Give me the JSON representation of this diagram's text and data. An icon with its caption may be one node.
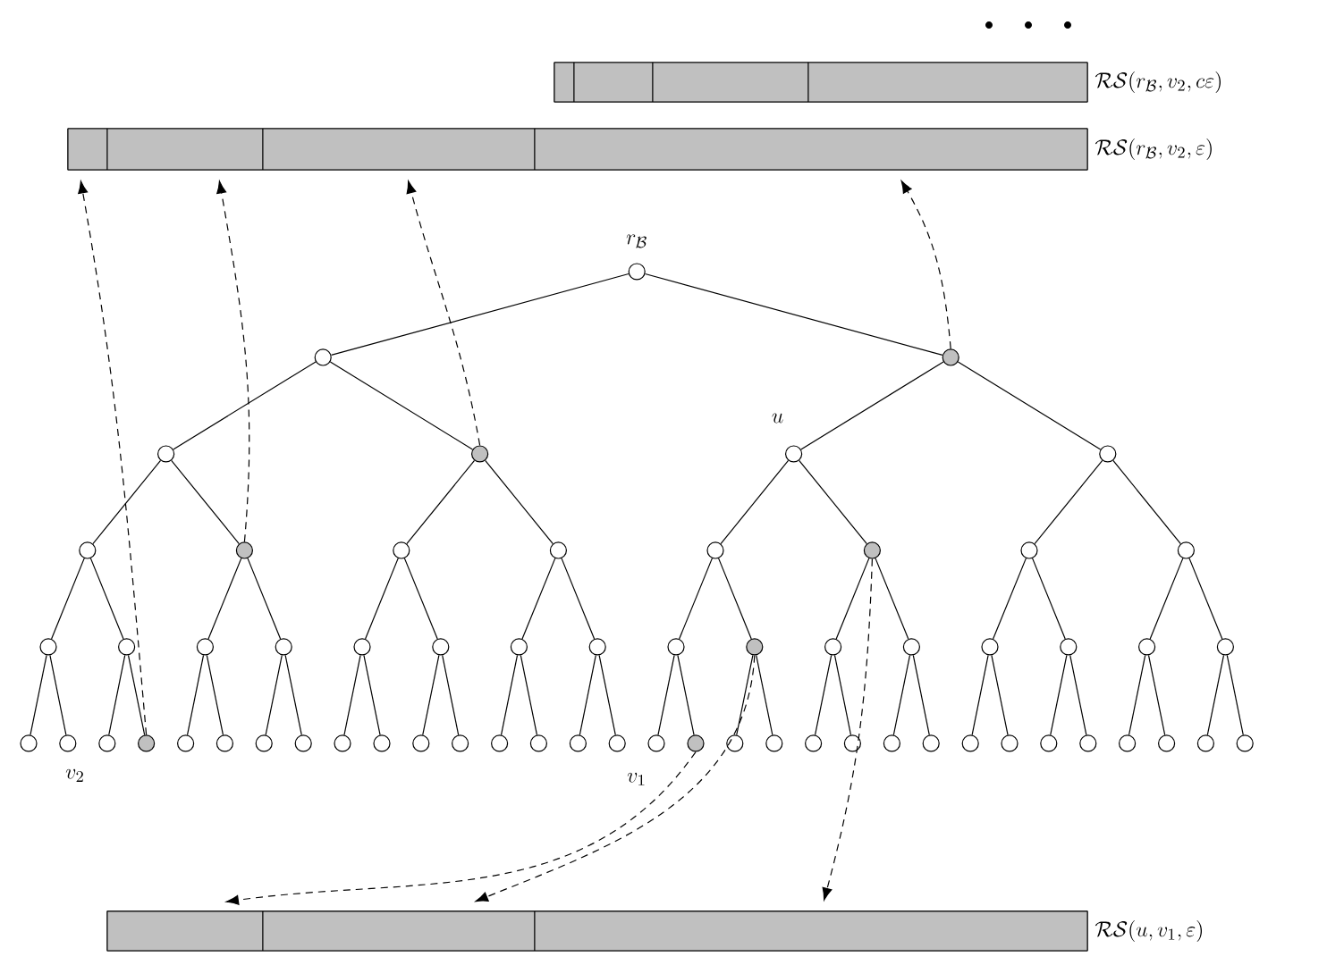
{
  "diagram": {
    "nodes": [
      {
        "text": [
          "\\mathcal{RS}(r_{\\mathcal{B}}, v_2, c\\varepsilon)"
        ]
      },
      {
        "text": [],
        "shape": "box",
        "in": 0
      },
      {
        "text": [],
        "shape": "box",
        "in": 0
      },
      {
        "text": [],
        "shape": "box",
        "in": 0
      },
      {
        "text": [],
        "shape": "box",
        "in": 0
      },
      {
        "text": [
          "\\mathcal{RS}(r_{\\mathcal{B}}, v_2, \\varepsilon)"
        ]
      },
      {
        "text": [],
        "shape": "box",
        "in": 5
      },
      {
        "text": [],
        "shape": "box",
        "in": 5
      },
      {
        "text": [],
        "shape": "box",
        "in": 5
      },
      {
        "text": [],
        "shape": "box",
        "in": 5
      },
      {
        "text": [],
        "shape": "circle",
        "beside": [
          "r_{\\mathcal{B}}"
        ]
      },
      {
        "text": [],
        "shape": "circle"
      },
      {
        "text": [],
        "shape": "circle"
      },
      {
        "text": [],
        "shape": "circle"
      },
      {
        "text": [],
        "shape": "circle"
      },
      {
        "text": [],
        "shape": "circle",
        "beside": [
          "u"
        ]
      },
      {
        "text": [],
        "shape": "circle"
      },
      {
        "text": [],
        "shape": "circle"
      },
      {
        "text": [],
        "shape": "circle"
      },
      {
        "text": [],
        "shape": "circle"
      },
      {
        "text": [],
        "shape": "circle"
      },
      {
        "text": [],
        "shape": "circle"
      },
      {
        "text": [],
        "shape": "circle"
      },
      {
        "text": [],
        "shape": "circle"
      },
      {
        "text": [],
        "shape": "circle"
      },
      {
        "text": [],
        "shape": "circle"
      },
      {
        "text": [],
        "shape": "circle"
      },
      {
        "text": [],
        "shape": "circle"
      },
      {
        "text": [],
        "shape": "circle"
      },
      {
        "text": [],
        "shape": "circle"
      },
      {
        "text": [],
        "shape": "circle"
      },
      {
        "text": [],
        "shape": "circle"
      },
      {
        "text": [],
        "shape": "circle"
      },
      {
        "text": [],
        "shape": "circle"
      },
      {
        "text": [],
        "shape": "circle"
      },
      {
        "text": [],
        "shape": "circle"
      },
      {
        "text": [],
        "shape": "circle"
      },
      {
        "text": [],
        "shape": "circle"
      },
      {
        "text": [],
        "shape": "circle"
      },
      {
        "text": [],
        "shape": "circle"
      },
      {
        "text": [],
        "shape": "circle"
      },
      {
        "text": [],
        "shape": "circle"
      },
      {
        "text": [],
        "shape": "circle"
      },
      {
        "text": [],
        "shape": "circle"
      },
      {
        "text": [],
        "shape": "circle"
      },
      {
        "text": [],
        "shape": "circle"
      },
      {
        "text": [],
        "shape": "circle"
      },
      {
        "text": [],
        "shape": "circle"
      },
      {
        "text": [],
        "shape": "circle"
      },
      {
        "text": [],
        "shape": "circle"
      },
      {
        "text": [],
        "shape": "circle"
      },
      {
        "text": [],
        "shape": "circle"
      },
      {
        "text": [],
        "shape": "circle"
      },
      {
        "text": [],
        "shape": "circle"
      },
      {
        "text": [],
        "shape": "circle"
      },
      {
        "text": [],
        "shape": "circle"
      },
      {
        "text": [],
        "shape": "circle"
      },
      {
        "text": [],
        "shape": "circle"
      },
      {
        "text": [],
        "shape": "circle"
      },
      {
        "text": [],
        "shape": "circle"
      },
      {
        "text": [],
        "shape": "circle"
      },
      {
        "text": [],
        "shape": "circle"
      },
      {
        "text": [],
        "shape": "circle"
      },
      {
        "text": [],
        "shape": "circle"
      },
      {
        "text": [],
        "shape": "circle"
      },
      {
        "text": [],
        "shape": "circle"
      },
      {
        "text": [],
        "shape": "circle"
      },
      {
        "text": [],
        "shape": "circle"
      },
      {
        "text": [],
        "shape": "circle"
      },
      {
        "text": [],
        "shape": "circle"
      },
      {
        "text": [],
        "shape": "circle"
      },
      {
        "text": [],
        "shape": "circle"
      },
      {
        "text": [],
        "shape": "circle"
      },
      {
        "text": [
          "\\mathcal{RS}(u, v_1, \\varepsilon)"
        ]
      },
      {
        "text": [],
        "shape": "box",
        "in": 73
      },
      {
        "text": [],
        "shape": "box",
        "in": 73
      },
      {
        "text": [],
        "shape": "box",
        "in": 73
      }
    ],
    "edges": [
      {
        "from": 10,
        "to": 11,
        "arrow": "none"
      },
      {
        "from": 10,
        "to": 12,
        "arrow": "none"
      },
      {
        "from": 11,
        "to": 13,
        "arrow": "none"
      },
      {
        "from": 11,
        "to": 14,
        "arrow": "none"
      },
      {
        "from": 12,
        "to": 15,
        "arrow": "none"
      },
      {
        "from": 12,
        "to": 16,
        "arrow": "none"
      },
      {
        "from": 13,
        "to": 17,
        "arrow": "none"
      },
      {
        "from": 13,
        "to": 18,
        "arrow": "none"
      },
      {
        "from": 14,
        "to": 19,
        "arrow": "none"
      },
      {
        "from": 14,
        "to": 20,
        "arrow": "none"
      },
      {
        "from": 15,
        "to": 21,
        "arrow": "none"
      },
      {
        "from": 15,
        "to": 22,
        "arrow": "none"
      },
      {
        "from": 16,
        "to": 23,
        "arrow": "none"
      },
      {
        "from": 16,
        "to": 24,
        "arrow": "none"
      },
      {
        "from": 17,
        "to": 25,
        "arrow": "none"
      },
      {
        "from": 17,
        "to": 26,
        "arrow": "none"
      },
      {
        "from": 18,
        "to": 27,
        "arrow": "none"
      },
      {
        "from": 18,
        "to": 28,
        "arrow": "none"
      },
      {
        "from": 19,
        "to": 29,
        "arrow": "none"
      },
      {
        "from": 19,
        "to": 30,
        "arrow": "none"
      },
      {
        "from": 20,
        "to": 31,
        "arrow": "none"
      },
      {
        "from": 20,
        "to": 32,
        "arrow": "none"
      },
      {
        "from": 21,
        "to": 33,
        "arrow": "none"
      },
      {
        "from": 21,
        "to": 34,
        "arrow": "none"
      },
      {
        "from": 22,
        "to": 35,
        "arrow": "none"
      },
      {
        "from": 22,
        "to": 36,
        "arrow": "none"
      },
      {
        "from": 23,
        "to": 37,
        "arrow": "none"
      },
      {
        "from": 23,
        "to": 38,
        "arrow": "none"
      },
      {
        "from": 24,
        "to": 39,
        "arrow": "none"
      },
      {
        "from": 24,
        "to": 40,
        "arrow": "none"
      },
      {
        "from": 25,
        "to": 41,
        "arrow": "none"
      },
      {
        "from": 25,
        "to": 42,
        "arrow": "none"
      },
      {
        "from": 26,
        "to": 43,
        "arrow": "none"
      },
      {
        "from": 26,
        "to": 44,
        "arrow": "none"
      },
      {
        "from": 27,
        "to": 45,
        "arrow": "none"
      },
      {
        "from": 27,
        "to": 46,
        "arrow": "none"
      },
      {
        "from": 28,
        "to": 47,
        "arrow": "none"
      },
      {
        "from": 28,
        "to": 48,
        "arrow": "none"
      },
      {
        "from": 29,
        "to": 49,
        "arrow": "none"
      },
      {
        "from": 29,
        "to": 50,
        "arrow": "none"
      },
      {
        "from": 30,
        "to": 51,
        "arrow": "none"
      },
      {
        "from": 30,
        "to": 52,
        "arrow": "none"
      },
      {
        "from": 31,
        "to": 53,
        "arrow": "none"
      },
      {
        "from": 31,
        "to": 54,
        "arrow": "none"
      },
      {
        "from": 32,
        "to": 55,
        "arrow": "none"
      },
      {
        "from": 32,
        "to": 56,
        "arrow": "none"
      },
      {
        "from": 33,
        "to": 57,
        "arrow": "none"
      },
      {
        "from": 33,
        "to": 58,
        "arrow": "none"
      },
      {
        "from": 34,
        "to": 59,
        "arrow": "none"
      },
      {
        "from": 34,
        "to": 60,
        "arrow": "none"
      },
      {
        "from": 35,
        "to": 61,
        "arrow": "none"
      },
      {
        "from": 35,
        "to": 62,
        "arrow": "none"
      },
      {
        "from": 36,
        "to": 63,
        "arrow": "none"
      },
      {
        "from": 36,
        "to": 64,
        "arrow": "none"
      },
      {
        "from": 37,
        "to": 65,
        "arrow": "none"
      },
      {
        "from": 37,
        "to": 66,
        "arrow": "none"
      },
      {
        "from": 38,
        "to": 67,
        "arrow": "none"
      },
      {
        "from": 38,
        "to": 68,
        "arrow": "none"
      },
      {
        "from": 39,
        "to": 69,
        "arrow": "none"
      },
      {
        "from": 39,
        "to": 70,
        "arrow": "none"
      },
      {
        "from": 40,
        "to": 71,
        "arrow": "none"
      },
      {
        "from": 40,
        "to": 72,
        "arrow": "none"
      },
      {
        "from": 44,
        "to": 6,
        "arrow": "to",
        "style": "dashed"
      },
      {
        "from": 18,
        "to": 7,
        "arrow": "to",
        "style": "dashed"
      },
      {
        "from": 14,
        "to": 8,
        "arrow": "to",
        "style": "dashed"
      },
      {
        "from": 12,
        "to": 9,
        "arrow": "to",
        "style": "dashed"
      },
      {
        "from": 58,
        "to": 74,
        "arrow": "to",
        "style": "dashed"
      },
      {
        "from": 34,
        "to": 75,
        "arrow": "to",
        "style": "dashed"
      },
      {
        "from": 22,
        "to": 76,
        "arrow": "to",
        "style": "dashed"
      }
    ],
    "labels": [
      "v_2",
      "v_1"
    ]
  }
}
